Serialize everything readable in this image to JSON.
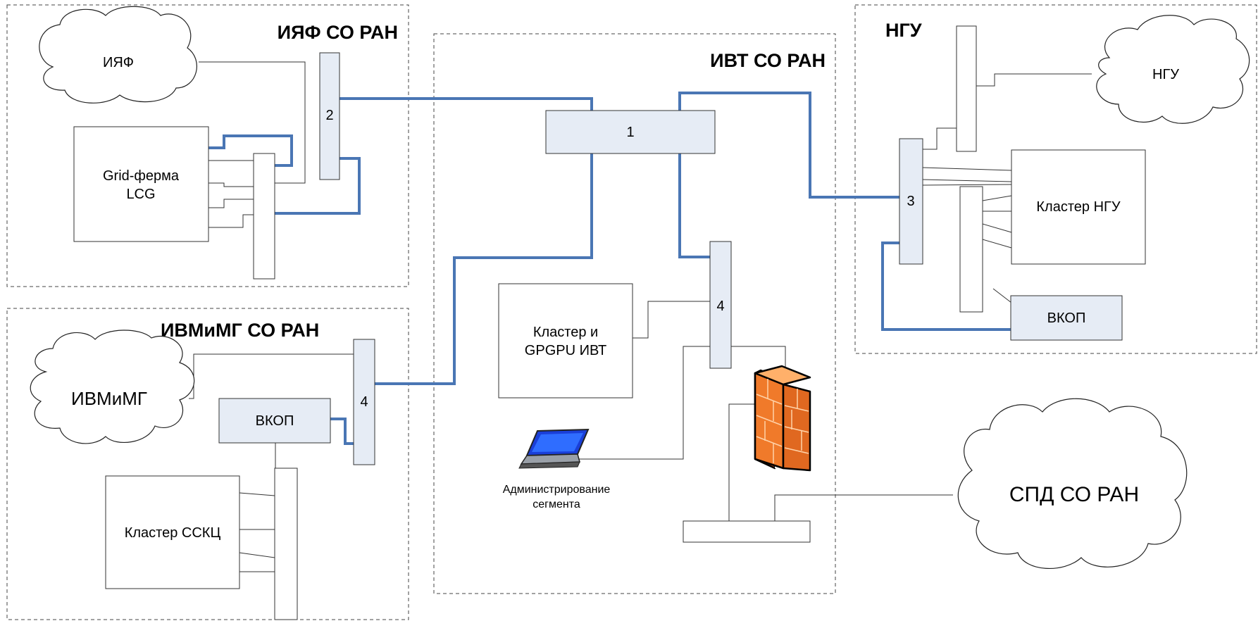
{
  "regions": {
    "iyaf": "ИЯФ СО РАН",
    "ivt": "ИВТ СО РАН",
    "ngu": "НГУ",
    "ivmimg": "ИВМиМГ СО РАН"
  },
  "clouds": {
    "iyaf": "ИЯФ",
    "ngu": "НГУ",
    "ivmimg": "ИВМиМГ",
    "spd": "СПД СО РАН"
  },
  "nodes": {
    "switch_1": "1",
    "switch_2": "2",
    "switch_3": "3",
    "switch_4_ivt": "4",
    "switch_4_ivmimg": "4"
  },
  "boxes": {
    "grid_line1": "Grid-ферма",
    "grid_line2": "LCG",
    "cluster_ivt_line1": "Кластер и",
    "cluster_ivt_line2": "GPGPU ИВТ",
    "cluster_ngu": "Кластер НГУ",
    "vkop_ngu": "ВКОП",
    "vkop_ivmimg": "ВКОП",
    "cluster_sskc": "Кластер ССКЦ"
  },
  "admin": {
    "line1": "Администрирование",
    "line2": "сегмента"
  },
  "icons": {
    "firewall": "firewall-icon",
    "laptop": "laptop-icon"
  },
  "colors": {
    "backbone_link": "#4a76b4",
    "highlight_box": "#e6ecf5",
    "firewall": "#f07a2a"
  }
}
